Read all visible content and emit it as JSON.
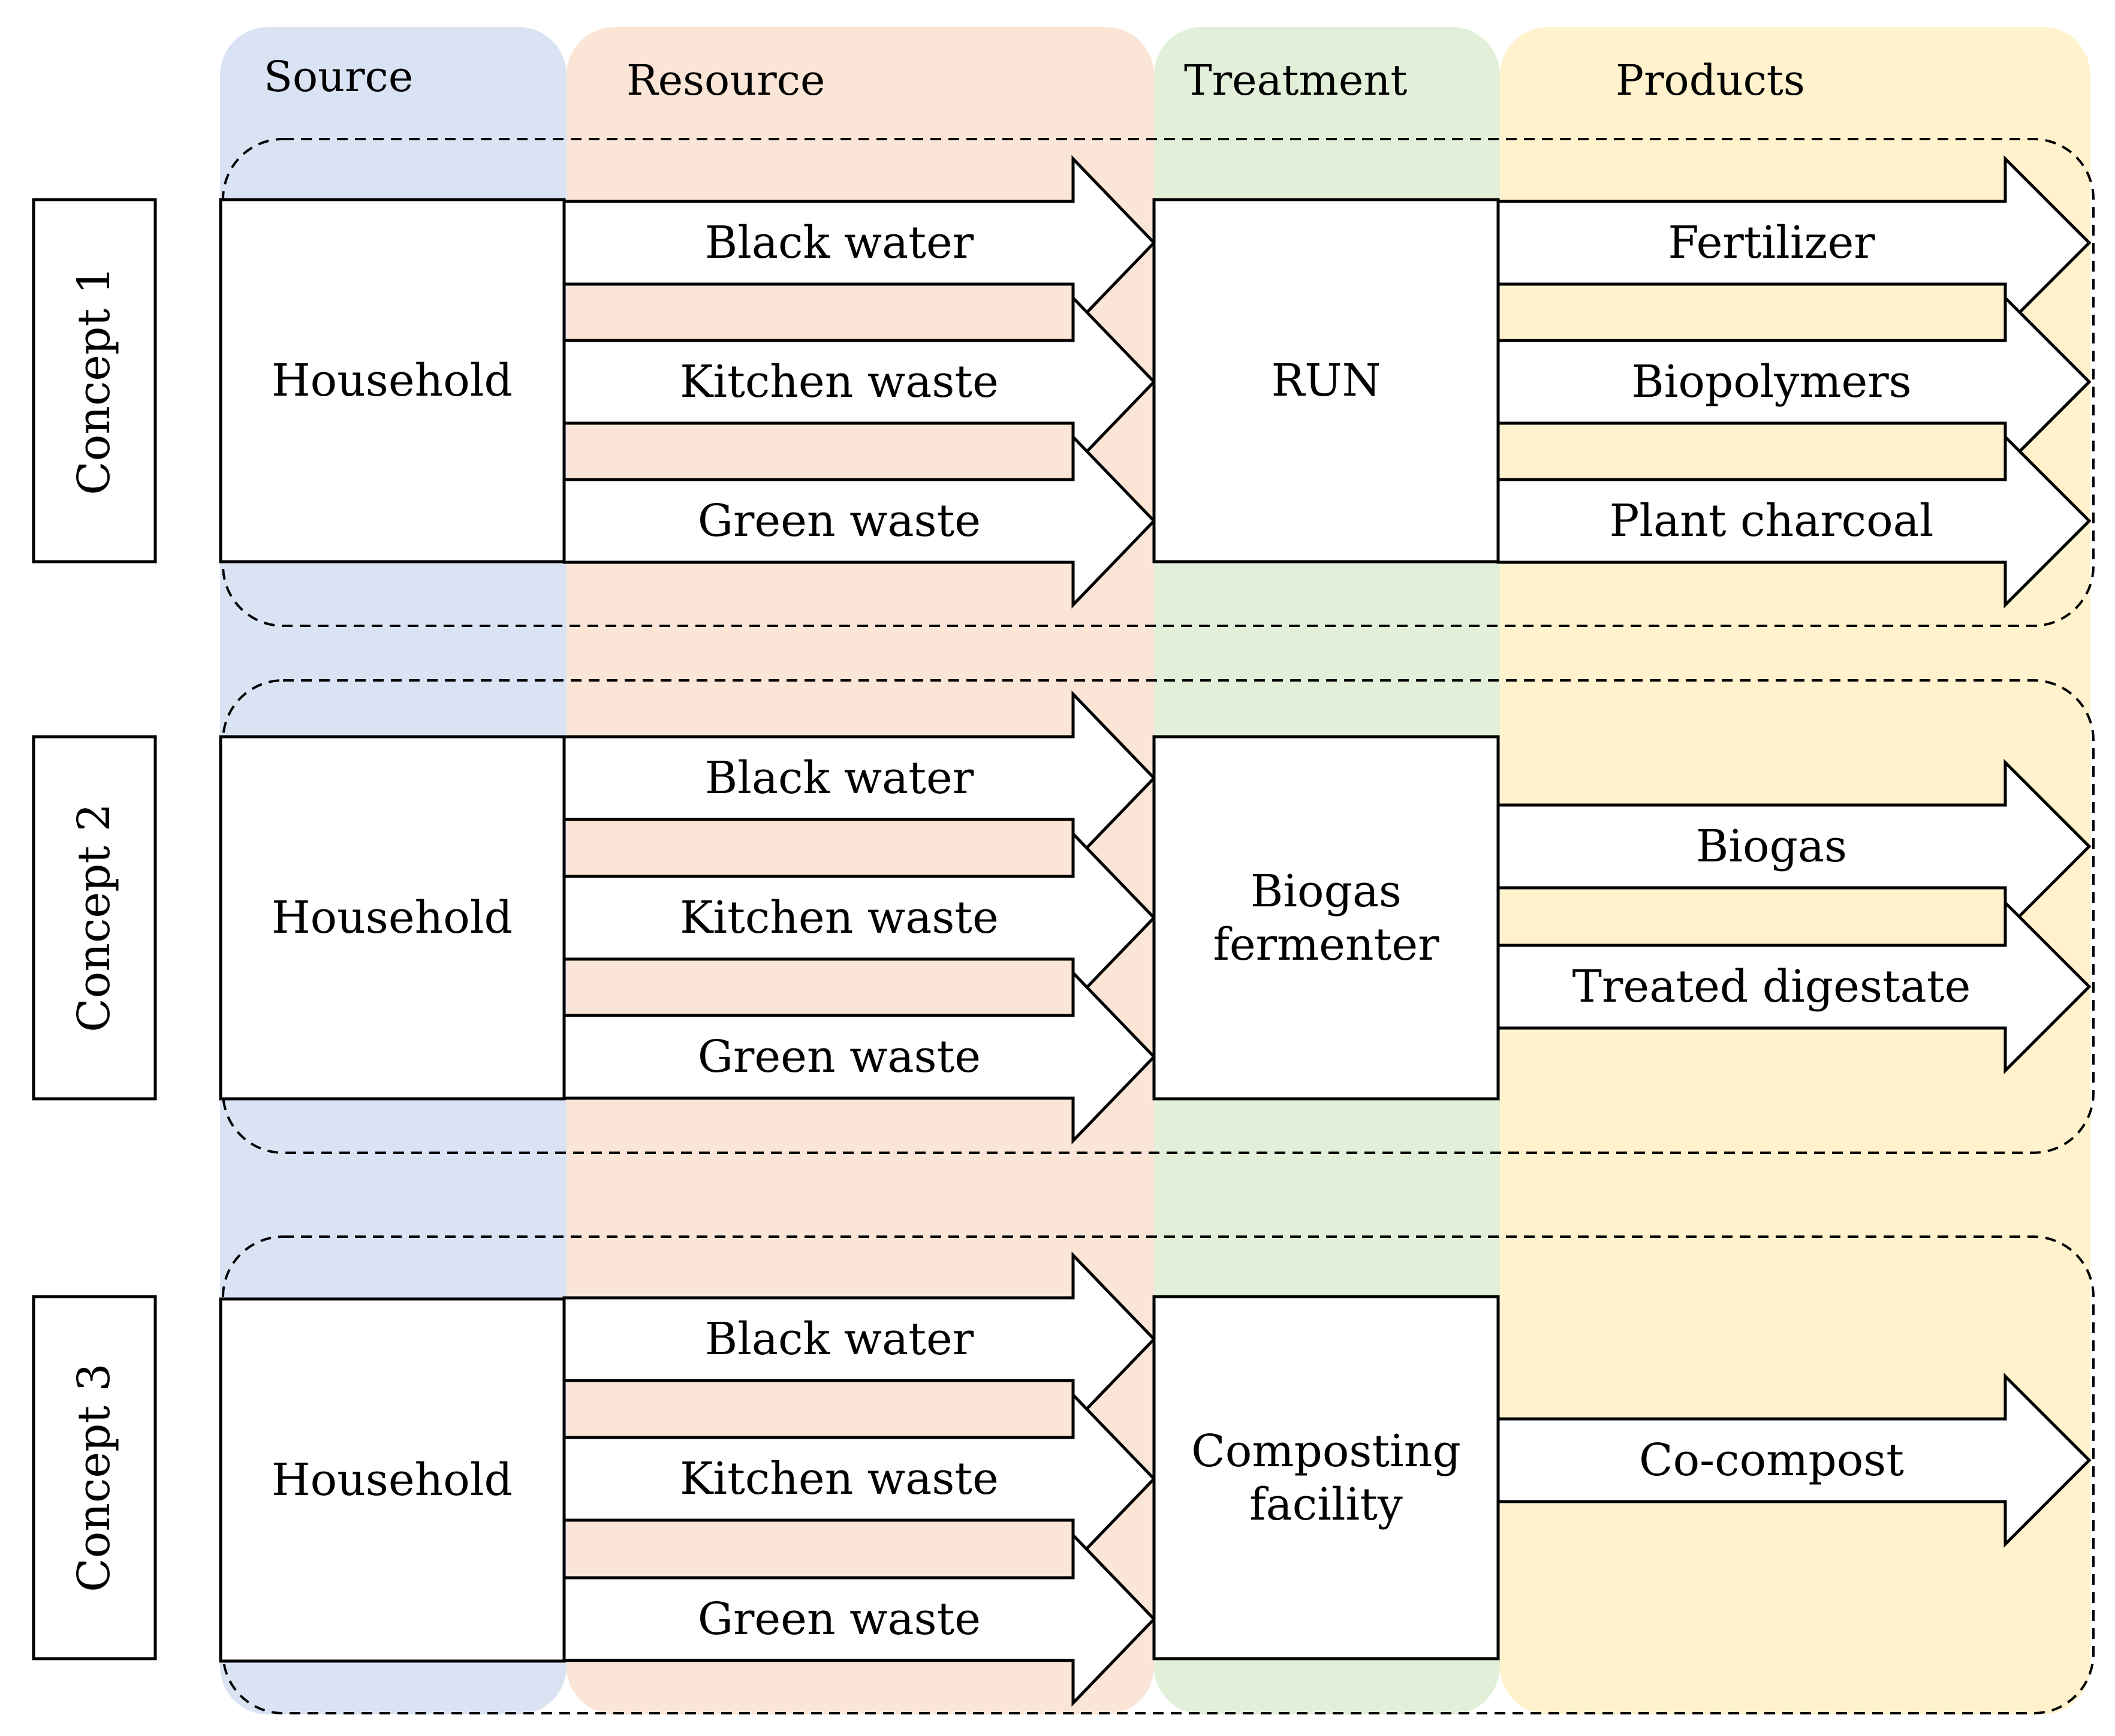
{
  "columns": [
    "Source",
    "Resource",
    "Treatment",
    "Products"
  ],
  "column_colors": [
    "#dae3f3",
    "#fbe5d6",
    "#e2f0d9",
    "#fff2cc"
  ],
  "concepts": [
    {
      "label": "Concept 1",
      "source": "Household",
      "resources": [
        "Black water",
        "Kitchen waste",
        "Green waste"
      ],
      "treatment": [
        "RUN"
      ],
      "products": [
        "Fertilizer",
        "Biopolymers",
        "Plant charcoal"
      ]
    },
    {
      "label": "Concept 2",
      "source": "Household",
      "resources": [
        "Black water",
        "Kitchen waste",
        "Green waste"
      ],
      "treatment": [
        "Biogas",
        "fermenter"
      ],
      "products": [
        "Biogas",
        "Treated digestate"
      ]
    },
    {
      "label": "Concept 3",
      "source": "Household",
      "resources": [
        "Black water",
        "Kitchen waste",
        "Green waste"
      ],
      "treatment": [
        "Composting",
        "facility"
      ],
      "products": [
        "Co-compost"
      ]
    }
  ]
}
